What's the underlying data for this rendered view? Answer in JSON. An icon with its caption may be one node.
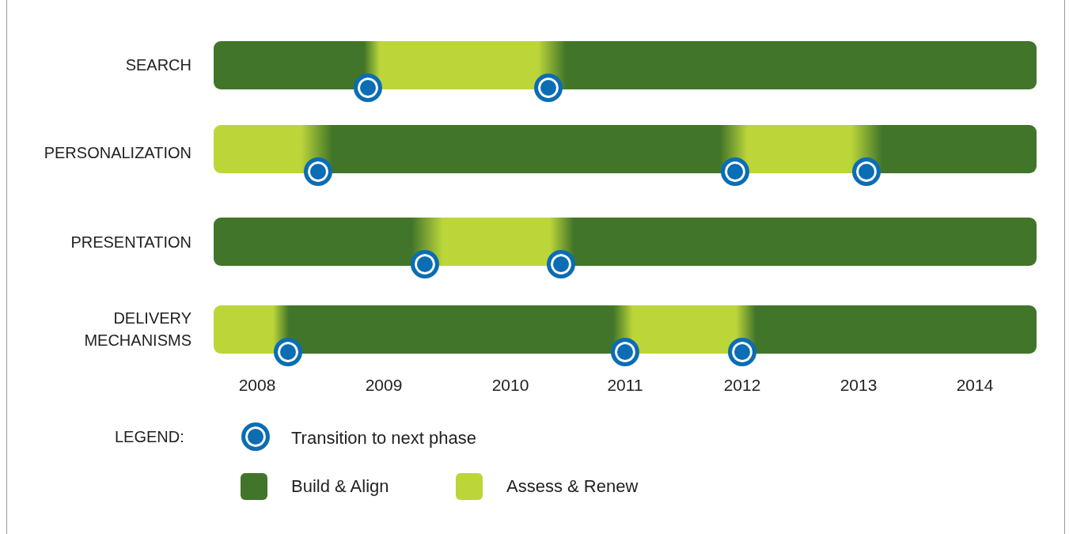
{
  "diagram": {
    "nodes": [
      {
        "text": [],
        "shape": "bar",
        "beside": [
          "SEARCH"
        ]
      },
      {
        "text": [],
        "shape": "bar",
        "beside": [
          "PERSONALIZATION"
        ]
      },
      {
        "text": [],
        "shape": "bar",
        "beside": [
          "PRESENTATION"
        ]
      },
      {
        "text": [],
        "shape": "bar",
        "beside": [
          "DELIVERY MECHANISMS"
        ]
      }
    ],
    "edges": [],
    "labels": [
      "2008",
      "2009",
      "2010",
      "2011",
      "2012",
      "2013",
      "2014",
      "LEGEND:"
    ],
    "legend": [
      {
        "text": "Transition to next phase"
      },
      {
        "text": "Build & Align",
        "color": "#41752a"
      },
      {
        "text": "Assess & Renew",
        "color": "#bcd63a"
      }
    ]
  }
}
